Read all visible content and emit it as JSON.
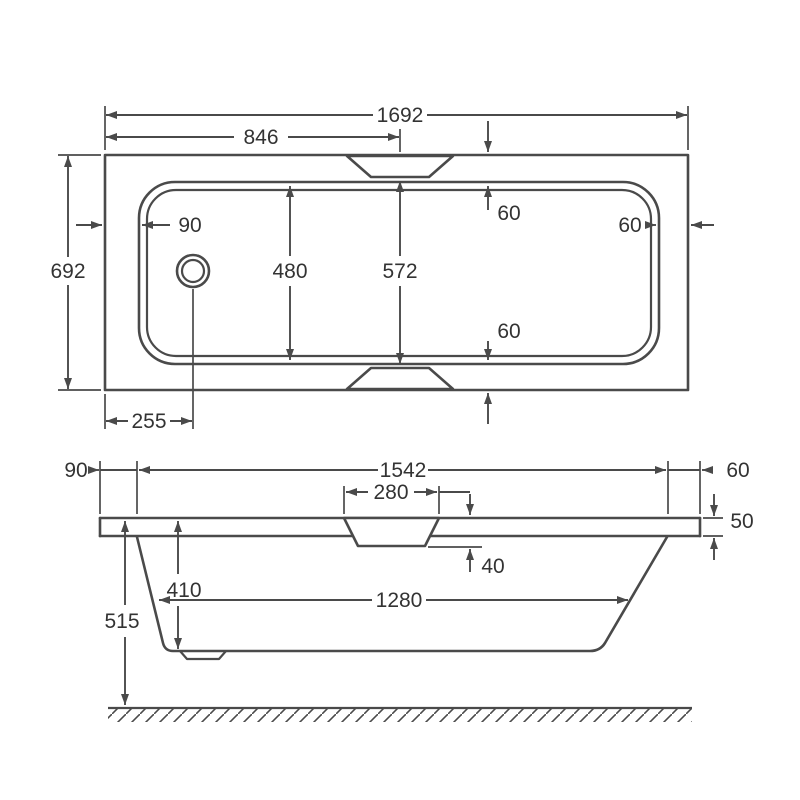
{
  "drawing": {
    "description": "Bath dimensional technical drawing, plan view and side elevation",
    "top_view": {
      "overall_length": "1692",
      "half_length": "846",
      "overall_width": "692",
      "rim_left": "90",
      "inner_width": "480",
      "center_width": "572",
      "deck_inset_top": "60",
      "rim_right": "60",
      "deck_inset_bottom": "60",
      "drain_offset": "255"
    },
    "side_view": {
      "rim_left": "90",
      "inner_length": "1542",
      "rim_right": "60",
      "recess_width": "280",
      "rim_height": "50",
      "recess_depth": "40",
      "inner_depth": "410",
      "base_length": "1280",
      "overall_height": "515"
    },
    "colors": {
      "line": "#4a4a4a",
      "text": "#333333",
      "background": "#ffffff"
    }
  }
}
